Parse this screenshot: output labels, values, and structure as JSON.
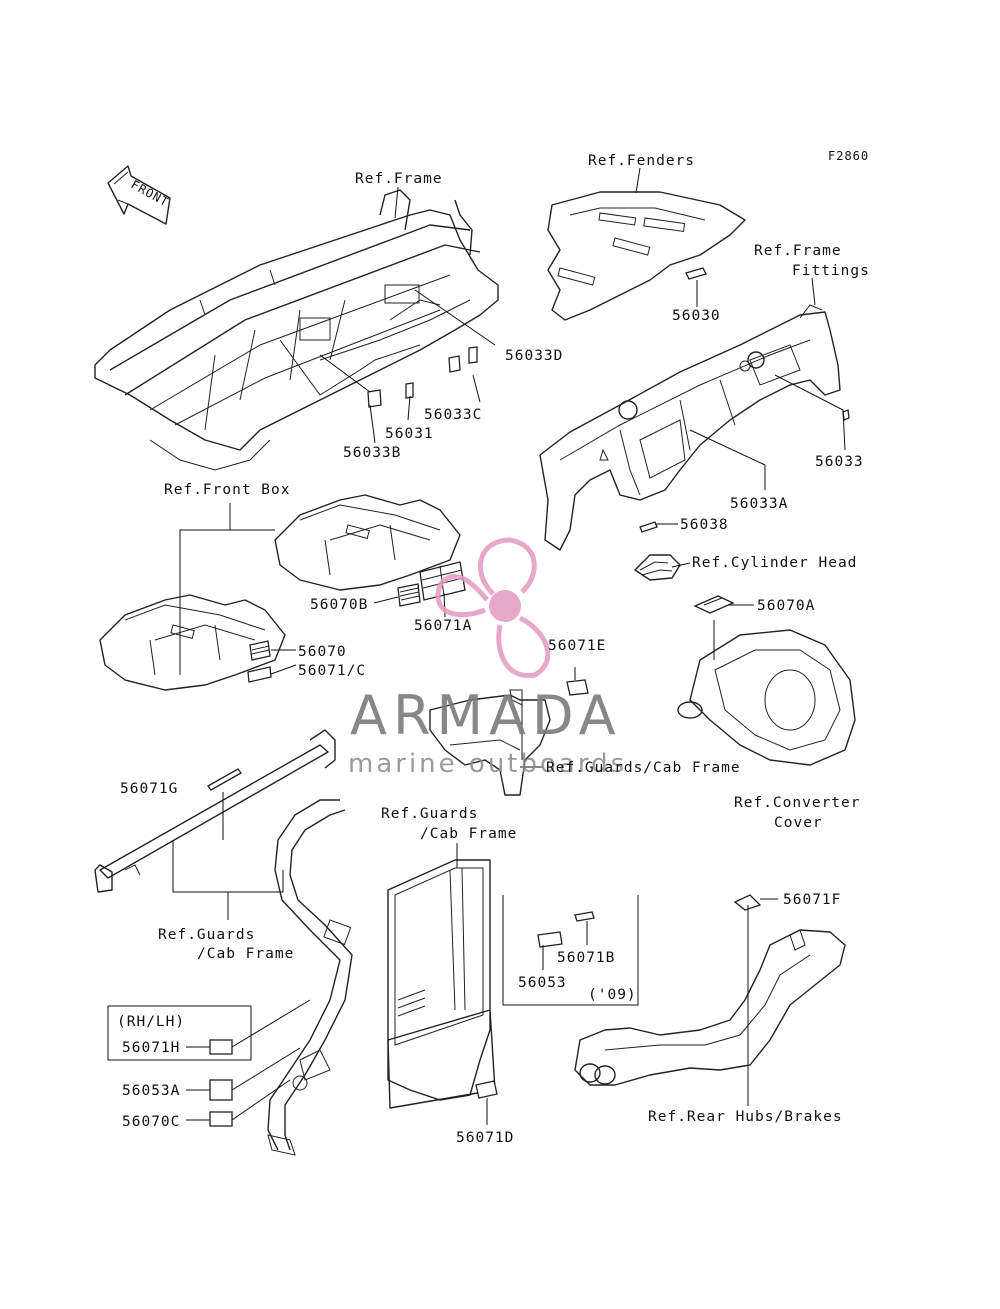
{
  "figure_code": "F2860",
  "front_arrow": "FRONT",
  "labels": {
    "ref_frame": "Ref.Frame",
    "ref_fenders": "Ref.Fenders",
    "ref_frame_fittings_1": "Ref.Frame",
    "ref_frame_fittings_2": "Fittings",
    "ref_front_box": "Ref.Front Box",
    "ref_cylinder_head": "Ref.Cylinder Head",
    "ref_guards_cab_1": "Ref.Guards/Cab Frame",
    "ref_converter_1": "Ref.Converter",
    "ref_converter_2": "Cover",
    "ref_guards_cab_2a": "Ref.Guards",
    "ref_guards_cab_2b": "/Cab Frame",
    "ref_guards_cab_3a": "Ref.Guards",
    "ref_guards_cab_3b": "/Cab Frame",
    "ref_rear_hubs": "Ref.Rear Hubs/Brakes",
    "rh_lh": "(RH/LH)",
    "year_note": "('09)"
  },
  "parts": {
    "p56030": "56030",
    "p56033D": "56033D",
    "p56033C": "56033C",
    "p56031": "56031",
    "p56033B": "56033B",
    "p56033": "56033",
    "p56033A": "56033A",
    "p56038": "56038",
    "p56070B": "56070B",
    "p56071A": "56071A",
    "p56070A": "56070A",
    "p56070": "56070",
    "p56071C": "56071/C",
    "p56071E": "56071E",
    "p56071G": "56071G",
    "p56071F": "56071F",
    "p56053": "56053",
    "p56071B": "56071B",
    "p56071H": "56071H",
    "p56053A": "56053A",
    "p56070C": "56070C",
    "p56071D": "56071D"
  },
  "watermark": {
    "title": "ARMADA",
    "subtitle": "marine outboards",
    "logo_color": "#e49ac0",
    "logo_icon": "propeller-icon"
  }
}
